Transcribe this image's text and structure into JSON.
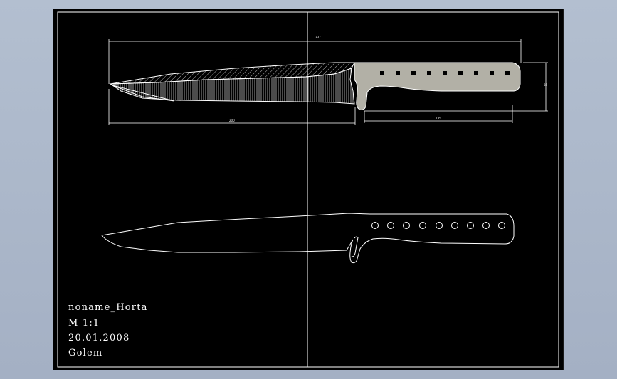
{
  "drawing": {
    "title_block": {
      "name": "noname_Horta",
      "scale": "M 1:1",
      "date": "20.01.2008",
      "author": "Golem"
    },
    "dimensions": {
      "overall_length": "337",
      "blade_length": "200",
      "handle_length": "135",
      "handle_height": "35"
    },
    "colors": {
      "sheet_background": "#000000",
      "line": "#ffffff",
      "handle_fill": "#b2b0a6",
      "viewport_background": "#a9b4c7"
    }
  }
}
